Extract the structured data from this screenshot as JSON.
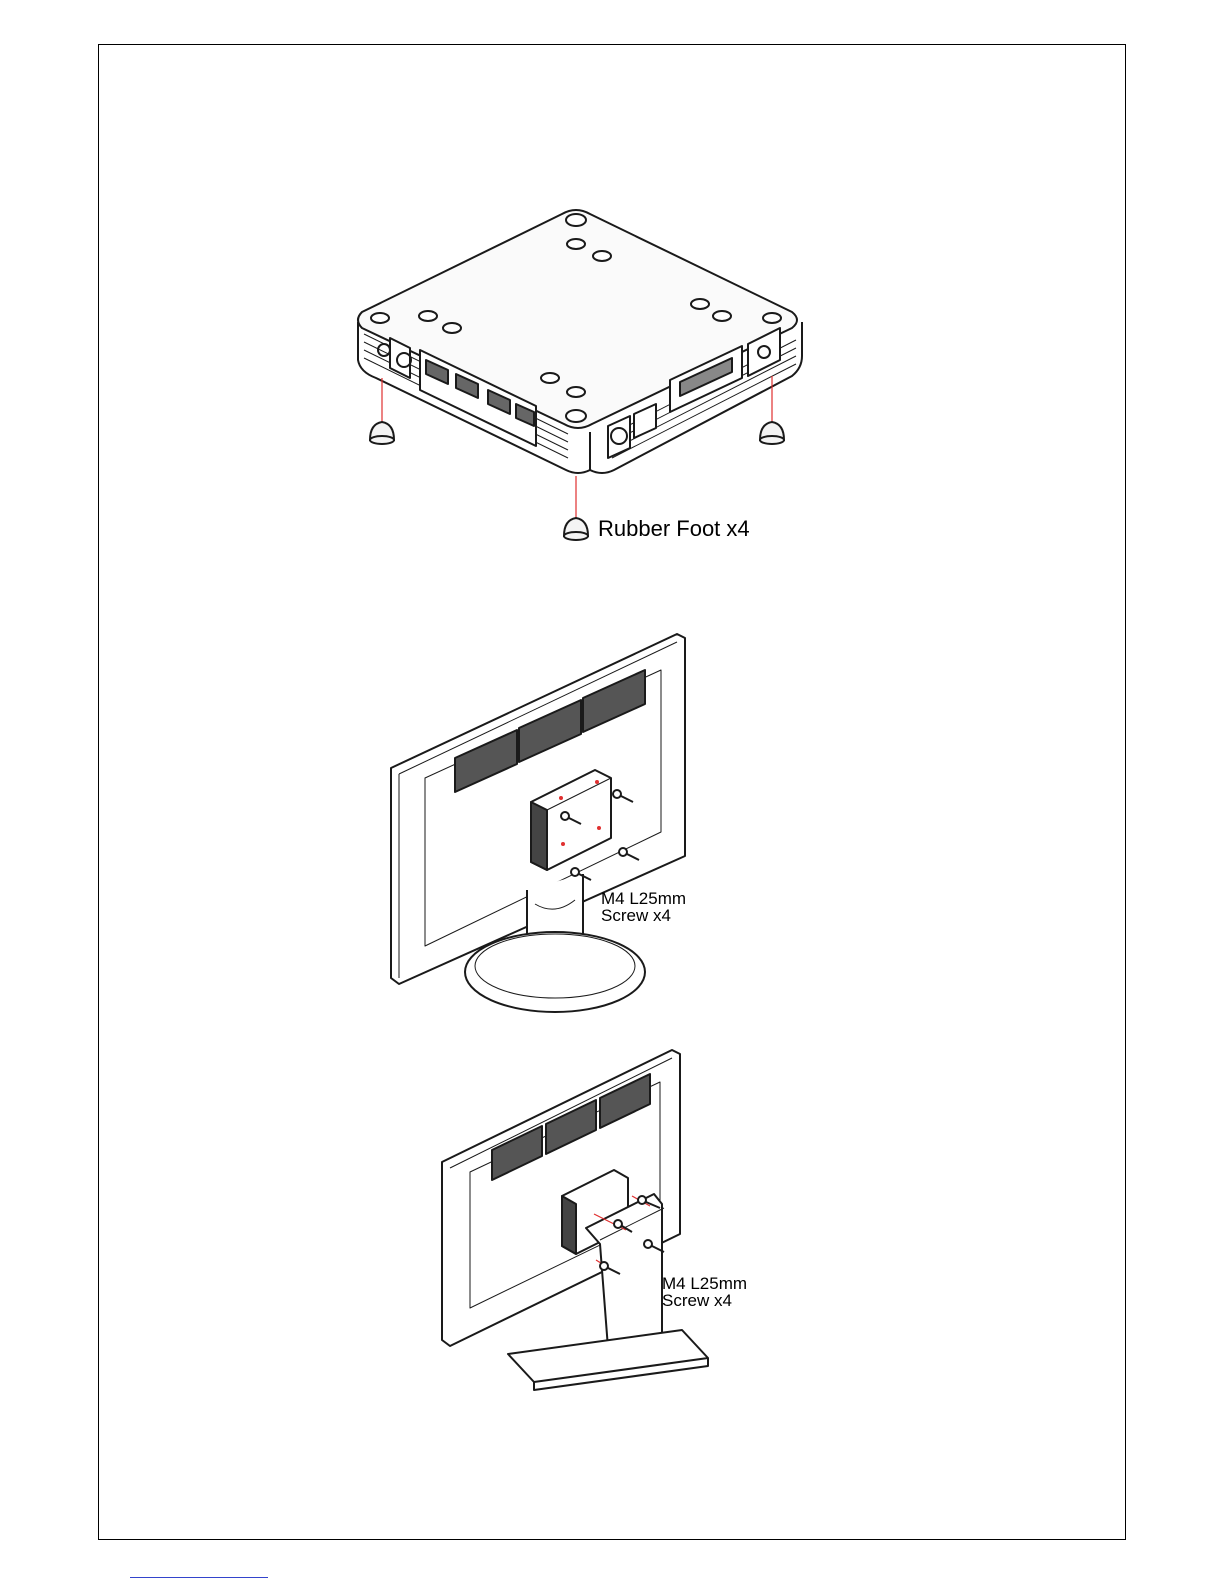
{
  "figures": {
    "rubber_feet": {
      "label": "Rubber Foot x4"
    },
    "monitor_mount_1": {
      "label_line1": "M4 L25mm",
      "label_line2": "Screw x4"
    },
    "monitor_mount_2": {
      "label_line1": "M4 L25mm",
      "label_line2": "Screw x4"
    }
  },
  "colors": {
    "line": "#1a1a1a",
    "callout_line": "#e03030",
    "footer_rule": "#3344cc"
  }
}
